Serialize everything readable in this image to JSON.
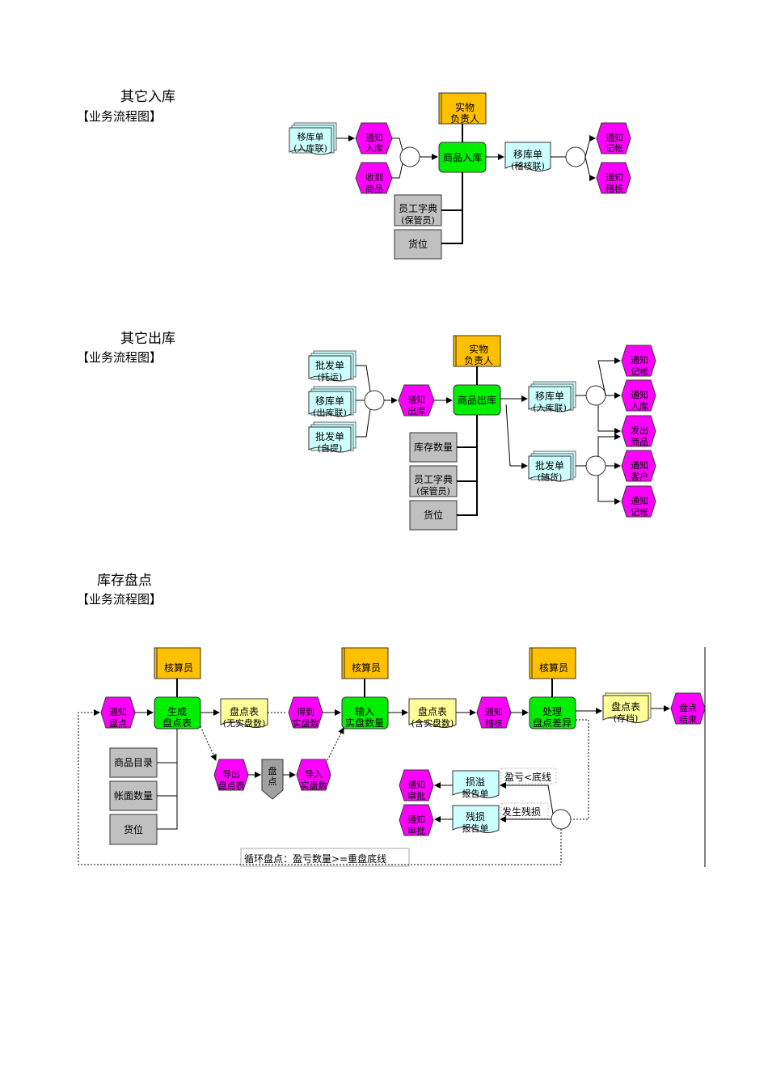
{
  "sections": [
    {
      "title": "其它入库",
      "subtitle": "【业务流程图】"
    },
    {
      "title": "其它出库",
      "subtitle": "【业务流程图】"
    },
    {
      "title": "库存盘点",
      "subtitle": "【业务流程图】"
    }
  ],
  "diagram1": {
    "doc_move_in": [
      "移库单",
      "(入库联)"
    ],
    "ev_notify_in": [
      "通知",
      "入库"
    ],
    "ev_receive": [
      "收到",
      "商品"
    ],
    "role": [
      "实物",
      "负责人"
    ],
    "fn_in": "商品入库",
    "doc_move_audit": [
      "移库单",
      "(稽核联)"
    ],
    "ev_notify_book": [
      "通知",
      "记帐"
    ],
    "ev_notify_audit": [
      "通知",
      "稽核"
    ],
    "dict_staff": [
      "员工字典",
      "(保管员)"
    ],
    "dict_loc": "货位"
  },
  "diagram2": {
    "doc_ship1": [
      "批发单",
      "(托运)"
    ],
    "doc_move_out": [
      "移库单",
      "(出库联)"
    ],
    "doc_ship2": [
      "批发单",
      "(自提)"
    ],
    "ev_notify_out": [
      "通知",
      "出库"
    ],
    "role": [
      "实物",
      "负责人"
    ],
    "fn_out": "商品出库",
    "doc_move_in": [
      "移库单",
      "(入库联)"
    ],
    "doc_ship3": [
      "批发单",
      "(随货)"
    ],
    "ev_notify_book1": [
      "通知",
      "记帐"
    ],
    "ev_notify_in": [
      "通知",
      "入库"
    ],
    "ev_ship_goods": [
      "发出",
      "商品"
    ],
    "ev_notify_cust": [
      "通知",
      "客户"
    ],
    "ev_notify_book2": [
      "通知",
      "记帐"
    ],
    "dict_qty": "库存数量",
    "dict_staff": [
      "员工字典",
      "(保管员)"
    ],
    "dict_loc": "货位"
  },
  "diagram3": {
    "ev_notify_count": [
      "通知",
      "盘点"
    ],
    "role1": "核算员",
    "fn_gen": [
      "生成",
      "盘点表"
    ],
    "doc_sheet1": [
      "盘点表",
      "(无实盘数)"
    ],
    "ev_get_qty": [
      "得到",
      "实盘数"
    ],
    "role2": "核算员",
    "fn_input": [
      "输入",
      "实盘数量"
    ],
    "doc_sheet2": [
      "盘点表",
      "(含实盘数)"
    ],
    "ev_notify_audit": [
      "通知",
      "稽核"
    ],
    "role3": "核算员",
    "fn_handle": [
      "处理",
      "盘点差异"
    ],
    "doc_sheet3": [
      "盘点表",
      "(存档)"
    ],
    "ev_end": [
      "盘点",
      "结束"
    ],
    "ev_export": [
      "导出",
      "盘点表"
    ],
    "manual": [
      "盘",
      "点"
    ],
    "ev_import": [
      "导入",
      "实盘数"
    ],
    "dict_cat": "商品目录",
    "dict_book": "帐面数量",
    "dict_loc": "货位",
    "doc_gain": [
      "损溢",
      "报告单"
    ],
    "doc_loss": [
      "残损",
      "报告单"
    ],
    "ev_review1": [
      "通知",
      "审批"
    ],
    "ev_review2": [
      "通知",
      "审批"
    ],
    "cond_below": "盈亏<底线",
    "cond_damage": "发生残损",
    "loop_label": "循环盘点：盈亏数量>=重盘底线"
  },
  "colors": {
    "event": "#ff00ff",
    "function": "#00ee00",
    "role": "#ffc000",
    "document": "#ccffff",
    "document_yellow": "#ffff99",
    "dictionary": "#c0c0c0"
  }
}
